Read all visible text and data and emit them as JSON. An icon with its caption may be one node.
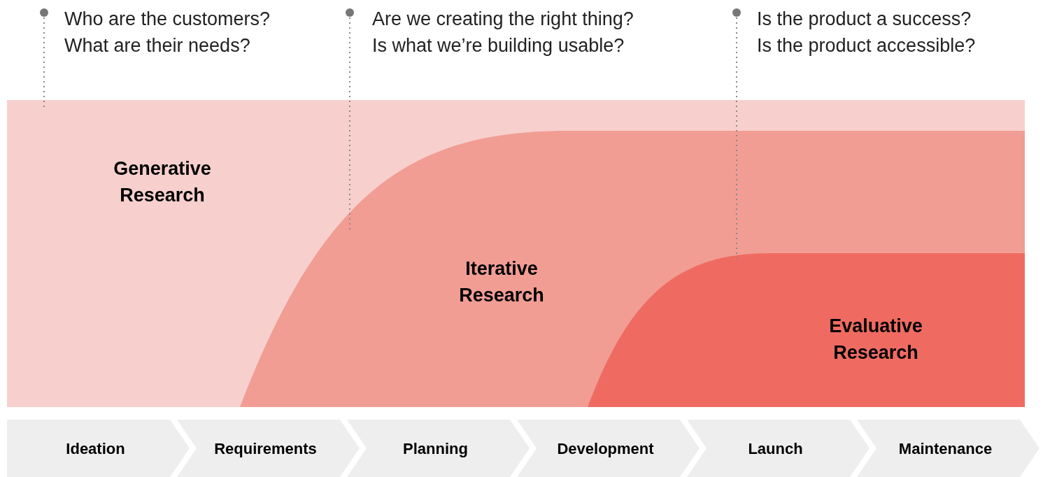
{
  "diagram": {
    "nodes": [
      {
        "text": [
          "Who are the customers?",
          "What are their needs?"
        ]
      },
      {
        "text": [
          "Are we creating the right thing?",
          "Is what we’re building usable?"
        ]
      },
      {
        "text": [
          "Is the product a success?",
          "Is the product accessible?"
        ]
      },
      {
        "text": [
          "Generative Research"
        ]
      },
      {
        "text": [
          "Iterative Research"
        ],
        "in": 3
      },
      {
        "text": [
          "Evaluative Research"
        ],
        "in": 4
      },
      {
        "text": [
          "Ideation"
        ]
      },
      {
        "text": [
          "Requirements"
        ]
      },
      {
        "text": [
          "Planning"
        ]
      },
      {
        "text": [
          "Development"
        ]
      },
      {
        "text": [
          "Launch"
        ]
      },
      {
        "text": [
          "Maintenance"
        ]
      }
    ],
    "edges": [
      {
        "from": 0,
        "to": 3,
        "arrow": "other",
        "style": "dashed"
      },
      {
        "from": 1,
        "to": 4,
        "arrow": "other",
        "style": "dashed"
      },
      {
        "from": 2,
        "to": 5,
        "arrow": "other",
        "style": "dashed"
      }
    ]
  }
}
